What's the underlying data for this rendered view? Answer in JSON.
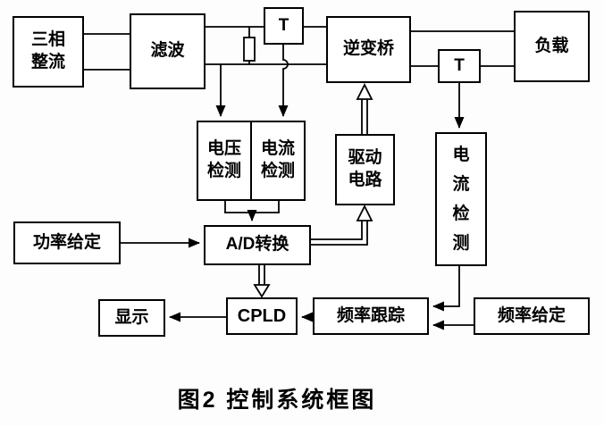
{
  "diagram": {
    "caption": "图2  控制系统框图",
    "blocks": {
      "rectifier": "三相\n整流",
      "filter": "滤波",
      "t1": "T",
      "inverter": "逆变桥",
      "t2": "T",
      "load": "负载",
      "voltage_detect": "电压\n检测",
      "current_detect": "电流\n检测",
      "drive_circuit": "驱动\n电路",
      "current_detect_right": "电\n流\n检\n测",
      "power_set": "功率给定",
      "ad_convert": "A/D转换",
      "cpld": "CPLD",
      "display": "显示",
      "freq_track": "频率跟踪",
      "freq_set": "频率给定"
    }
  }
}
